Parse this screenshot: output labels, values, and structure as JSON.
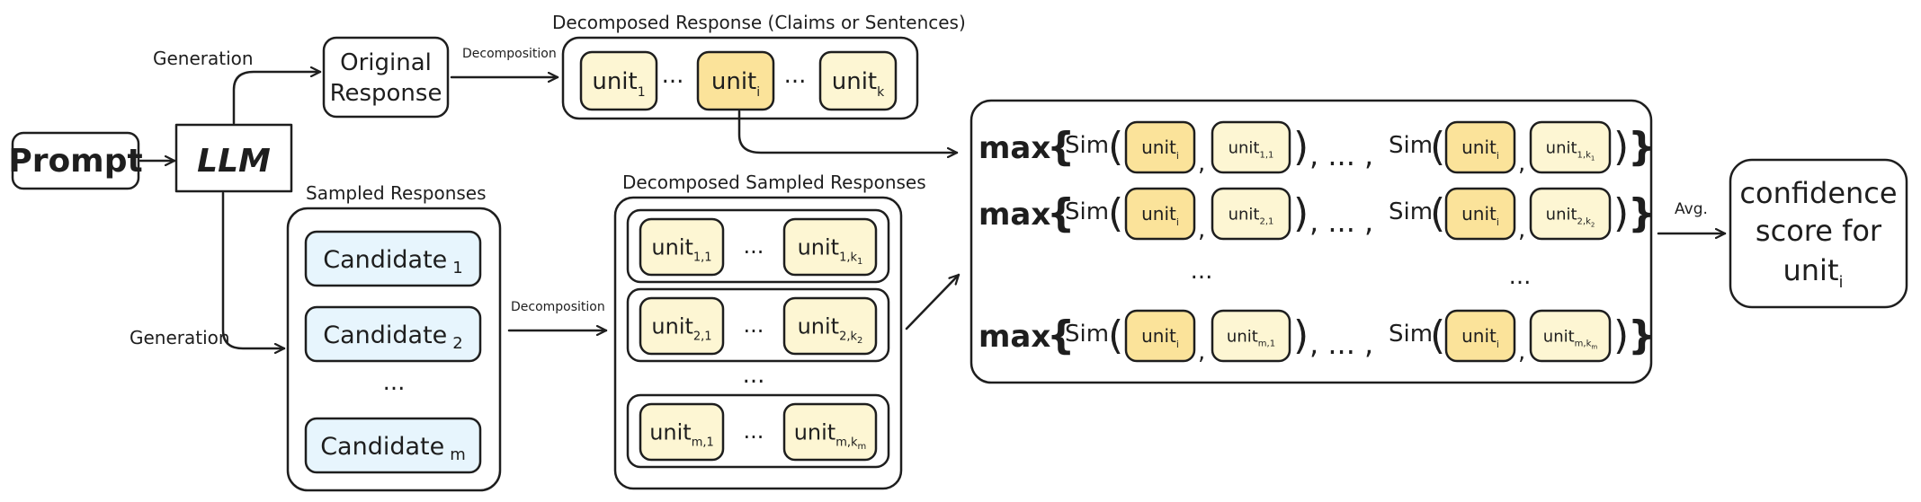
{
  "prompt": "Prompt",
  "llm": "LLM",
  "generation": "Generation",
  "decomposition": "Decomposition",
  "original_response": [
    "Original",
    "Response"
  ],
  "decomposed_response_title": "Decomposed Response (Claims or Sentences)",
  "unit_word": "unit",
  "ellipsis": "...",
  "sampled_responses_title": "Sampled Responses",
  "candidate_word": "Candidate",
  "candidates": [
    {
      "word": "Candidate",
      "sub": "1"
    },
    {
      "word": "Candidate",
      "sub": "2"
    },
    {
      "word": "Candidate",
      "sub": "m"
    }
  ],
  "decomposed_sampled_title": "Decomposed Sampled Responses",
  "sampled_rows": [
    {
      "first_sub": "1,1",
      "last_sub": "1,k",
      "last_subsub": "1"
    },
    {
      "first_sub": "2,1",
      "last_sub": "2,k",
      "last_subsub": "2"
    },
    {
      "first_sub": "m,1",
      "last_sub": "m,k",
      "last_subsub": "m"
    }
  ],
  "orig_units": [
    {
      "sub": "1"
    },
    {
      "sub": "i"
    },
    {
      "sub": "k"
    }
  ],
  "max_word": "max",
  "sim_word": "Sim",
  "sim_rows": [
    {
      "a_sub": "i",
      "b1_sub": "1,1",
      "b2_sub": "1,k",
      "b2_subsub": "1"
    },
    {
      "a_sub": "i",
      "b1_sub": "2,1",
      "b2_sub": "2,k",
      "b2_subsub": "2"
    },
    {
      "a_sub": "i",
      "b1_sub": "m,1",
      "b2_sub": "m,k",
      "b2_subsub": "m"
    }
  ],
  "avg": "Avg.",
  "confidence": [
    "confidence",
    "score for",
    "unit"
  ],
  "confidence_sub": "i",
  "colors": {
    "pink": "#fdf0f0",
    "blue": "#e7f5fd",
    "cream": "#fdf6d3",
    "yellow": "#fbe39a",
    "green": "#ebfbee",
    "stroke": "#1e1e1e"
  }
}
